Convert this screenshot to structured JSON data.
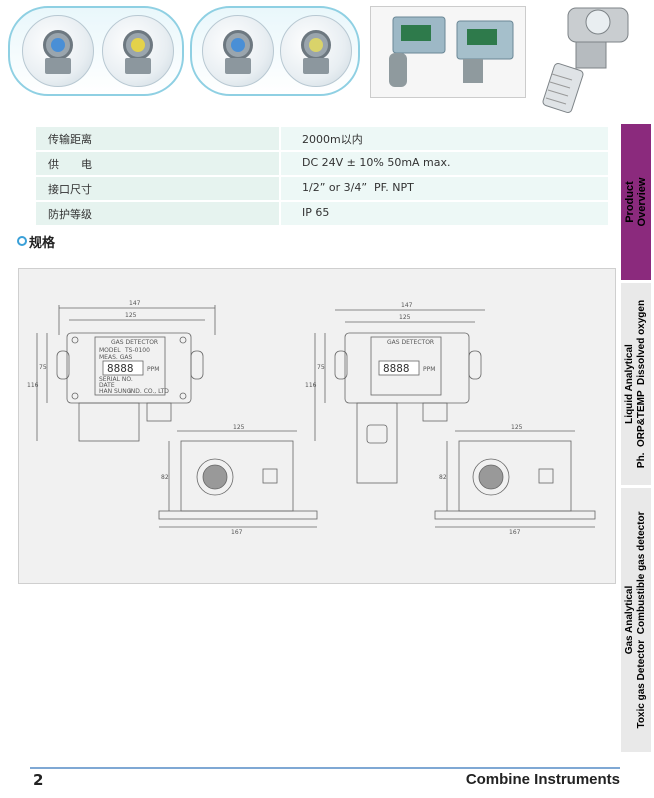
{
  "spec_table": [
    {
      "label": "传输距离",
      "value": "2000m以内"
    },
    {
      "label": "供　　电",
      "value": "DC 24V ± 10% 50mA max."
    },
    {
      "label": "接口尺寸",
      "value": "1/2” or 3/4”  PF. NPT"
    },
    {
      "label": "防护等级",
      "value": "IP 65"
    }
  ],
  "section_title": "规格",
  "drawing": {
    "dimensions": {
      "width_top": "147",
      "width_inner": "125",
      "height_left": "116",
      "height_mid": "75",
      "base_width": "167",
      "base_inner": "125",
      "side_height": "82"
    },
    "panel": {
      "header": "GAS DETECTOR",
      "model_label": "MODEL",
      "model_value": "TS-0100",
      "meas_gas": "MEAS. GAS",
      "readout": "8888",
      "unit": "PPM",
      "serial": "SERIAL NO.",
      "date": "DATE",
      "maker_left": "HAN SUNG",
      "maker_right": "IND. CO., LTD"
    }
  },
  "side_tabs": [
    {
      "text": "Product\nOverview",
      "color": "#8b2a7d"
    },
    {
      "text": "Liquid Analytical\nPh.  ORP&TEMP  Dissolved oxygen",
      "color": "#e9e9e9"
    },
    {
      "text": "Gas Analytical\nToxic gas Detector  Combustible gas detector",
      "color": "#e9e9e9"
    }
  ],
  "footer": {
    "page_number": "2",
    "brand": "Combine Instruments",
    "line_color": "#7fa8d4"
  },
  "colors": {
    "table_label_bg": "#e6f3ef",
    "table_value_bg": "#edf8f6",
    "bullet": "#3aa0d8",
    "tab_active": "#8b2a7d"
  }
}
